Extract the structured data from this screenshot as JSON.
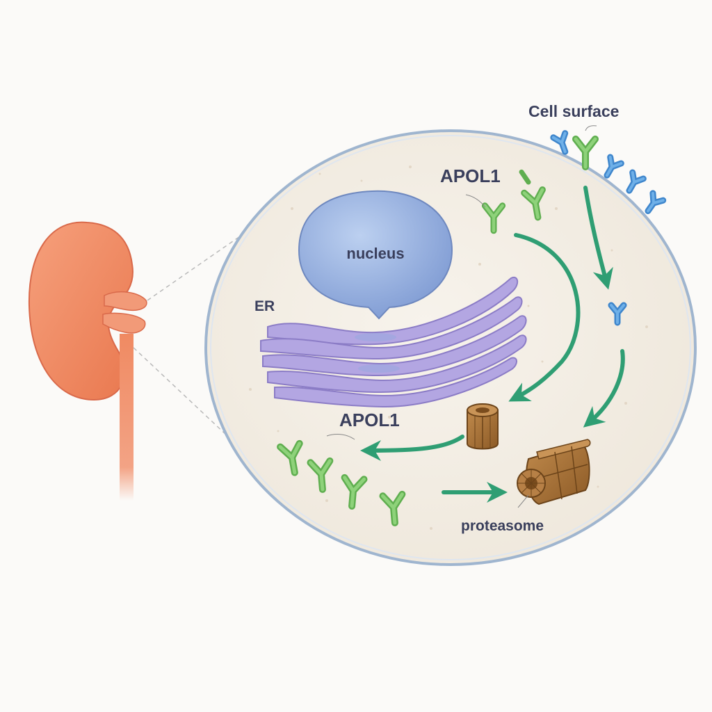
{
  "labels": {
    "cell_surface": "Cell surface",
    "apol1_top": "APOL1",
    "nucleus": "nucleus",
    "er": "ER",
    "apol1_bottom": "APOL1",
    "proteasome": "proteasome"
  },
  "colors": {
    "background": "#fbfaf8",
    "kidney": "#f08a62",
    "cell_fill": "#f4efe7",
    "cell_border": "#9fb5cf",
    "nucleus": "#8ea9dc",
    "er": "#a99ad8",
    "apol1": "#7cc26a",
    "surface_receptor": "#4b8fd0",
    "arrow": "#2f9e73",
    "proteasome": "#a9743a",
    "label_text": "#3a3f5c"
  },
  "icons": {
    "organ": "kidney-icon",
    "protein": "y-shaped-protein-icon",
    "degradation_complex": "proteasome-barrel-icon"
  }
}
